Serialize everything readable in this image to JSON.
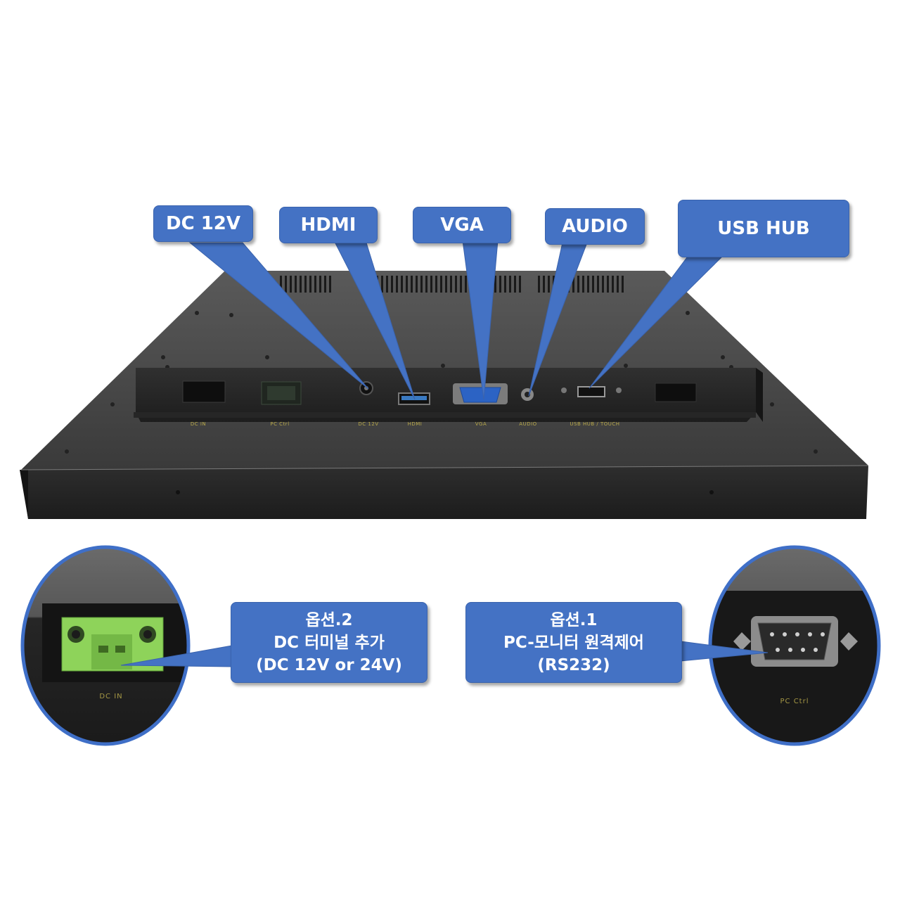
{
  "callouts": {
    "dc12v": "DC 12V",
    "hdmi": "HDMI",
    "vga": "VGA",
    "audio": "AUDIO",
    "usbhub": "USB HUB",
    "option2": {
      "line1": "옵션.2",
      "line2": "DC 터미널 추가",
      "line3": "(DC 12V or 24V)"
    },
    "option1": {
      "line1": "옵션.1",
      "line2": "PC-모니터 원격제어",
      "line3": "(RS232)"
    }
  },
  "port_labels": {
    "dc_in": "DC IN",
    "pc_ctrl": "PC Ctrl",
    "dc_12v": "DC 12V",
    "hdmi": "HDMI",
    "vga": "VGA",
    "audio": "AUDIO",
    "usb_touch": "USB HUB / TOUCH"
  },
  "zoom_labels": {
    "left": "DC IN",
    "right": "PC Ctrl"
  },
  "colors": {
    "callout": "#4472c4",
    "chassis": "#2b2b2b",
    "terminal": "#8ed35a",
    "label_text": "#b8a84a"
  }
}
